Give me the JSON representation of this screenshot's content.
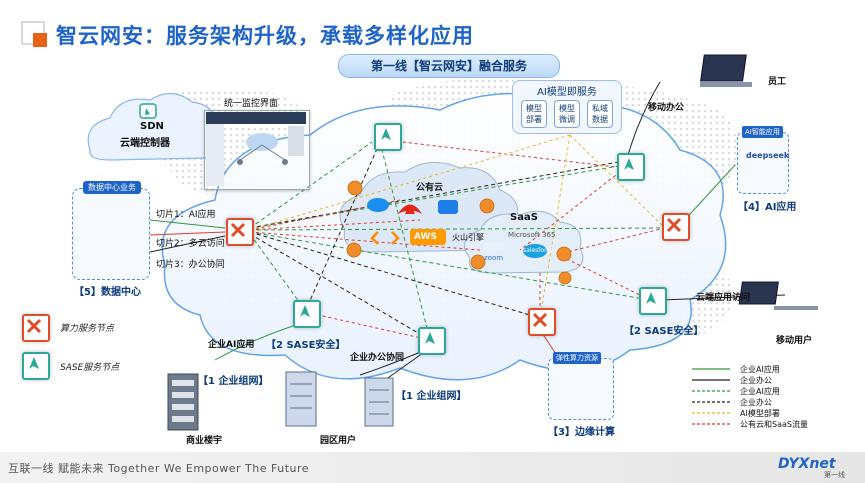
{
  "header": {
    "title": "智云网安：服务架构升级，承载多样化应用",
    "banner": "第一线【智云网安】融合服务"
  },
  "sdn": {
    "line1": "SDN",
    "line2": "云端控制器"
  },
  "monitor_label": "统一监控界面",
  "ai_service": {
    "title": "AI模型即服务",
    "chips": [
      {
        "l1": "模型",
        "l2": "部署"
      },
      {
        "l1": "模型",
        "l2": "微调"
      },
      {
        "l1": "私域",
        "l2": "数据"
      }
    ]
  },
  "employee": "员工",
  "mobile_office": "移动办公",
  "ai_app": {
    "header": "AI智能应用",
    "brand": "deepseek",
    "label": "【4】AI应用"
  },
  "datacenter": {
    "header": "数据中心业务",
    "label": "【5】数据中心",
    "slices": [
      "切片1：AI应用",
      "切片2：多云访问",
      "切片3：办公协同"
    ]
  },
  "cloud": {
    "public": "公有云",
    "saas": "SaaS",
    "vendors": [
      "AWS",
      "火山引擎",
      "Microsoft 365",
      "zoom",
      "salesforce"
    ]
  },
  "left_legend": {
    "compute": "算力服务节点",
    "sase": "SASE服务节点"
  },
  "labels": {
    "enterprise_ai": "企业AI应用",
    "sase_left": "【2 SASE安全】",
    "sase_right": "【2 SASE安全】",
    "office_collab": "企业办公协同",
    "enterprise_net_left": "【1 企业组网】",
    "enterprise_net_right": "【1 企业组网】",
    "building": "商业楼宇",
    "park": "园区用户",
    "cloud_app_access": "云端应用访问",
    "mobile_user": "移动用户",
    "edge_header": "弹性算力资源",
    "edge": "【3】边缘计算"
  },
  "legend": [
    {
      "label": "企业AI应用",
      "color": "#2e9a3a",
      "style": "solid"
    },
    {
      "label": "企业办公",
      "color": "#222222",
      "style": "solid"
    },
    {
      "label": "企业AI应用",
      "color": "#2e9a3a",
      "style": "dashed"
    },
    {
      "label": "企业办公",
      "color": "#222222",
      "style": "dashed"
    },
    {
      "label": "AI模型部署",
      "color": "#e8b820",
      "style": "dashed"
    },
    {
      "label": "公有云和SaaS流量",
      "color": "#e03a2a",
      "style": "dashed"
    }
  ],
  "footer": {
    "slogan": "互联一线  赋能未来 Together We Empower The Future",
    "brand": "DYXnet",
    "brand_cn": "第一线"
  },
  "colors": {
    "brand_blue": "#1e64c8",
    "sase": "#2aa898",
    "compute": "#e04b2a",
    "orange_dot": "#f08c2a"
  }
}
